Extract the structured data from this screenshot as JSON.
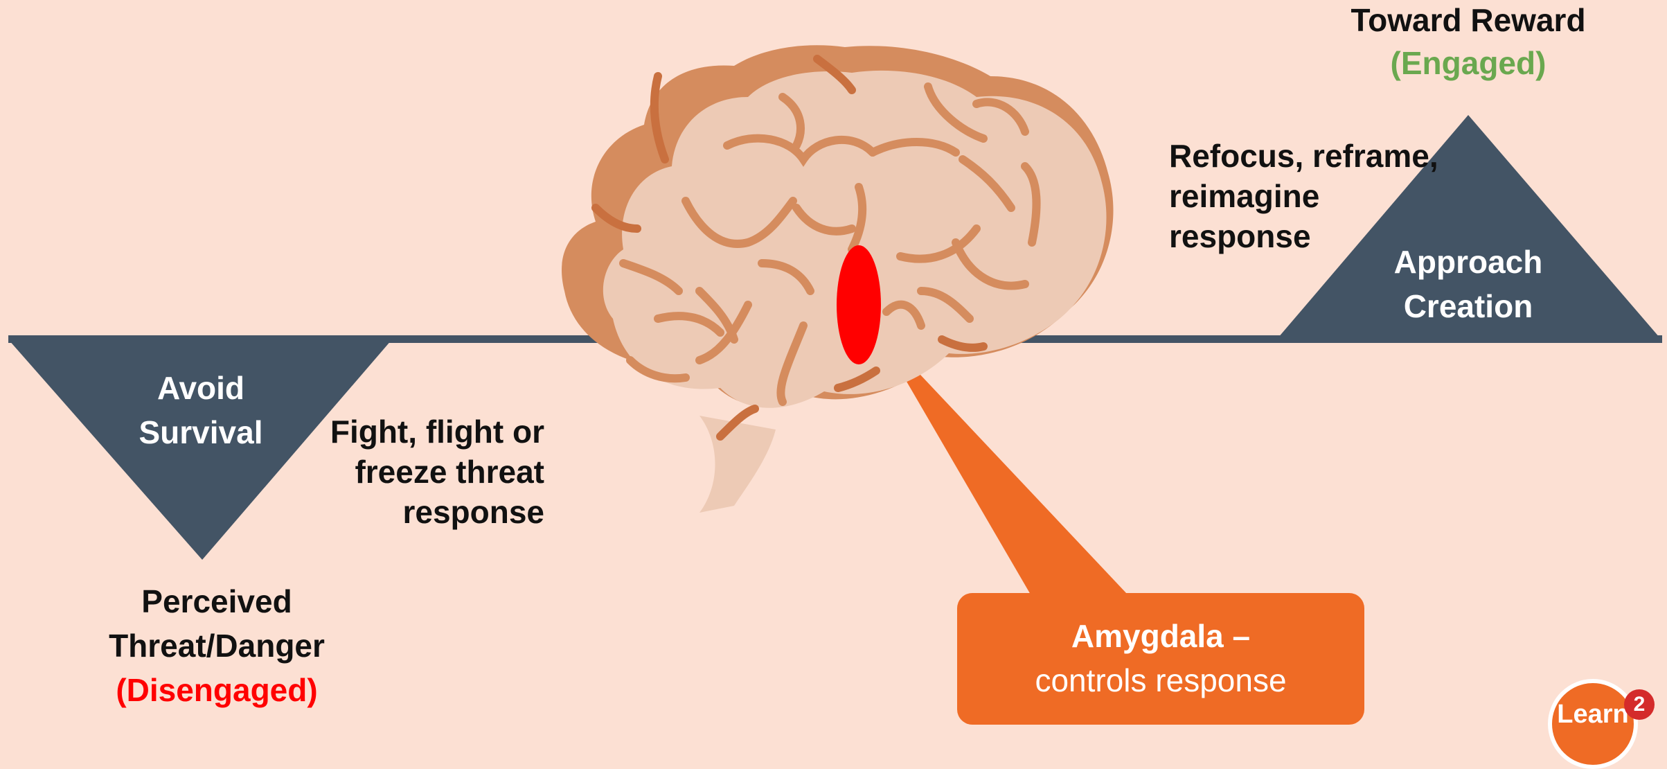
{
  "colors": {
    "background": "#fce0d3",
    "triangle": "#435465",
    "line": "#435465",
    "amygdala": "#ff0000",
    "callout": "#ef6b25",
    "engaged": "#6aa84f",
    "disengaged": "#ff0000",
    "brain_light": "#edcab5",
    "brain_dark": "#d58c5e"
  },
  "top_right": {
    "title": "Toward Reward",
    "status": "(Engaged)"
  },
  "approach": {
    "line1": "Approach",
    "line2": "Creation"
  },
  "refocus": {
    "line1": "Refocus, reframe,",
    "line2": "reimagine",
    "line3": "response"
  },
  "avoid": {
    "line1": "Avoid",
    "line2": "Survival"
  },
  "fight": {
    "line1": "Fight, flight or",
    "line2": "freeze threat",
    "line3": "response"
  },
  "perceived": {
    "line1": "Perceived",
    "line2": "Threat/Danger",
    "status": "(Disengaged)"
  },
  "callout": {
    "title": "Amygdala –",
    "subtitle": "controls response"
  },
  "learn_badge": {
    "label": "Learn",
    "count": "2",
    "icon": "learn-badge-icon"
  },
  "brain": {
    "icon": "brain-icon"
  }
}
